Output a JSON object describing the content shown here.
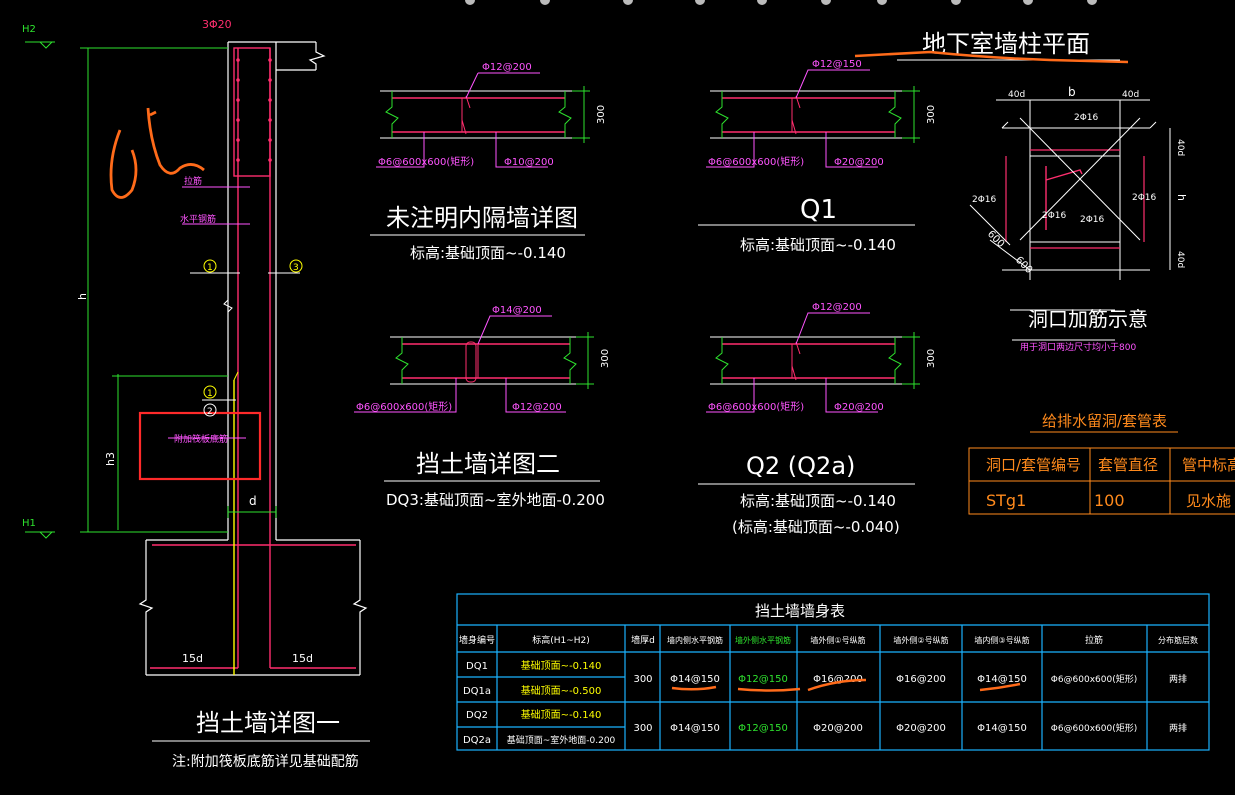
{
  "colors": {
    "background": "#000000",
    "structure": "#ffffff",
    "rebar": "#ff2e6e",
    "dimension": "#2ee22e",
    "label_magenta": "#ff55ff",
    "label_yellow": "#ffff00",
    "table_cyan": "#1ab2ff",
    "drain_orange": "#ff8a1c",
    "markup_orange": "#ff6b1a",
    "highlight_red": "#ff2a2a"
  },
  "page": {
    "title": "地下室墙柱平面"
  },
  "elevation": {
    "title": "挡土墙详图一",
    "note": "注:附加筏板底筋详见基础配筋",
    "top_bar": "3Φ20",
    "label_h2": "H2",
    "label_h1": "H1",
    "dim_h": "h",
    "dim_h3": "h3",
    "dim_d": "d",
    "dim_15d_left": "15d",
    "dim_15d_right": "15d",
    "label_stirrup": "拉筋",
    "label_horizontal": "水平钢筋",
    "label_raft_bar": "附加筏板底筋",
    "marker_1": "1",
    "marker_2": "2",
    "marker_3": "3"
  },
  "details": {
    "partition": {
      "top_bar": "Φ12@200",
      "tie": "Φ6@600x600(矩形)",
      "bottom_bar": "Φ10@200",
      "dim": "300",
      "title": "未注明内隔墙详图",
      "subtitle": "标高:基础顶面~-0.140"
    },
    "q1": {
      "top_bar": "Φ12@150",
      "tie": "Φ6@600x600(矩形)",
      "bottom_bar": "Φ20@200",
      "dim": "300",
      "title": "Q1",
      "subtitle": "标高:基础顶面~-0.140"
    },
    "dq2": {
      "top_bar": "Φ14@200",
      "tie": "Φ6@600x600(矩形)",
      "bottom_bar": "Φ12@200",
      "dim": "300",
      "title": "挡土墙详图二",
      "subtitle": "DQ3:基础顶面~室外地面-0.200"
    },
    "q2": {
      "top_bar": "Φ12@200",
      "tie": "Φ6@600x600(矩形)",
      "bottom_bar": "Φ20@200",
      "dim": "300",
      "title": "Q2 (Q2a)",
      "subtitle_1": "标高:基础顶面~-0.140",
      "subtitle_2": "(标高:基础顶面~-0.040)"
    }
  },
  "opening": {
    "dim_b": "b",
    "dim_40d_left": "40d",
    "dim_40d_right": "40d",
    "dim_40d_top": "40d",
    "dim_40d_bottom": "40d",
    "dim_h": "h",
    "bar_top": "2Φ16",
    "bar_left": "2Φ16",
    "bar_right": "2Φ16",
    "bar_mid1": "2Φ16",
    "bar_mid2": "2Φ16",
    "dim_600_a": "600",
    "dim_600_b": "600",
    "title": "洞口加筋示意",
    "note": "用于洞口两边尺寸均小于800"
  },
  "drain_table": {
    "title": "给排水留洞/套管表",
    "headers": [
      "洞口/套管编号",
      "套管直径",
      "管中标高"
    ],
    "rows": [
      [
        "STg1",
        "100",
        "见水施"
      ]
    ]
  },
  "wall_table": {
    "title": "挡土墙墙身表",
    "headers": [
      "墙身编号",
      "标高(H1~H2)",
      "墙厚d",
      "墙内侧水平钢筋",
      "墙外侧水平钢筋",
      "墙外侧①号纵筋",
      "墙外侧②号纵筋",
      "墙内侧③号纵筋",
      "拉筋",
      "分布筋层数"
    ],
    "group1": {
      "ids": [
        "DQ1",
        "DQ1a"
      ],
      "elevations": [
        "基础顶面~-0.140",
        "基础顶面~-0.500"
      ],
      "thickness": "300",
      "inner_horizontal": "Φ14@150",
      "outer_horizontal": "Φ12@150",
      "outer_v1": "Φ16@200",
      "outer_v2": "Φ16@200",
      "inner_v3": "Φ14@150",
      "tie": "Φ6@600x600(矩形)",
      "layers": "两排"
    },
    "group2": {
      "ids": [
        "DQ2",
        "DQ2a"
      ],
      "elevations": [
        "基础顶面~-0.140",
        "基础顶面~室外地面-0.200"
      ],
      "thickness": "300",
      "inner_horizontal": "Φ14@150",
      "outer_horizontal": "Φ12@150",
      "outer_v1": "Φ20@200",
      "outer_v2": "Φ20@200",
      "inner_v3": "Φ14@150",
      "tie": "Φ6@600x600(矩形)",
      "layers": "两排"
    }
  }
}
